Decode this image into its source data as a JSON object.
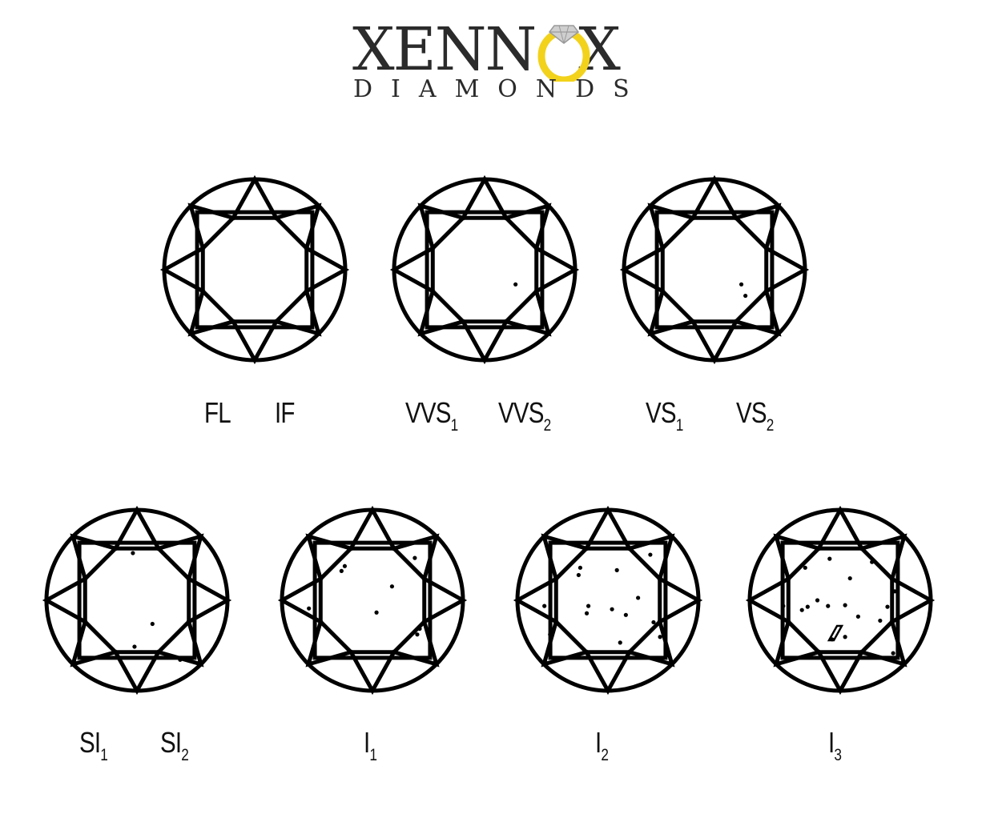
{
  "brand": {
    "name_left": "XENN",
    "name_right": "X",
    "tagline": "DIAMONDS",
    "colors": {
      "text": "#2b2b2b",
      "accent": "#f2d21b"
    },
    "icon": "diamond-ring-icon"
  },
  "grades": [
    {
      "id": "fl-if",
      "dots": [],
      "labels": [
        {
          "main": "FL",
          "sub": ""
        },
        {
          "main": "IF",
          "sub": ""
        }
      ]
    },
    {
      "id": "vvs",
      "dots": [
        [
          0.38,
          0.18
        ]
      ],
      "labels": [
        {
          "main": "VVS",
          "sub": "1"
        },
        {
          "main": "VVS",
          "sub": "2"
        }
      ]
    },
    {
      "id": "vs",
      "dots": [
        [
          0.33,
          0.18
        ],
        [
          0.38,
          0.32
        ]
      ],
      "labels": [
        {
          "main": "VS",
          "sub": "1"
        },
        {
          "main": "VS",
          "sub": "2"
        }
      ]
    },
    {
      "id": "si",
      "dots": [
        [
          -0.05,
          -0.58
        ],
        [
          0.19,
          0.29
        ],
        [
          -0.03,
          0.57
        ],
        [
          0.53,
          0.73
        ]
      ],
      "labels": [
        {
          "main": "SI",
          "sub": "1"
        },
        {
          "main": "SI",
          "sub": "2"
        }
      ]
    },
    {
      "id": "i1",
      "dots": [
        [
          -0.34,
          -0.42
        ],
        [
          -0.38,
          -0.36
        ],
        [
          0.24,
          -0.17
        ],
        [
          0.52,
          -0.52
        ],
        [
          -0.78,
          0.1
        ],
        [
          0.05,
          0.15
        ],
        [
          0.55,
          0.42
        ],
        [
          0.58,
          0.35
        ]
      ],
      "labels": [
        {
          "main": "I",
          "sub": "1"
        }
      ]
    },
    {
      "id": "i2",
      "dots": [
        [
          -0.34,
          -0.4
        ],
        [
          -0.36,
          -0.31
        ],
        [
          0.11,
          -0.37
        ],
        [
          0.52,
          -0.56
        ],
        [
          -0.24,
          0.07
        ],
        [
          -0.26,
          0.16
        ],
        [
          0.05,
          0.11
        ],
        [
          0.22,
          0.18
        ],
        [
          0.37,
          -0.03
        ],
        [
          -0.78,
          0.07
        ],
        [
          -0.71,
          0.42
        ],
        [
          0.56,
          0.27
        ],
        [
          0.64,
          0.45
        ],
        [
          0.15,
          0.52
        ],
        [
          0.72,
          0.68
        ]
      ],
      "labels": [
        {
          "main": "I",
          "sub": "2"
        }
      ]
    },
    {
      "id": "i3",
      "dots": [
        [
          -0.43,
          -0.4
        ],
        [
          -0.13,
          -0.51
        ],
        [
          0.12,
          -0.27
        ],
        [
          0.39,
          -0.47
        ],
        [
          0.67,
          -0.11
        ],
        [
          -0.7,
          0.07
        ],
        [
          -0.28,
          0.0
        ],
        [
          -0.4,
          0.08
        ],
        [
          -0.47,
          0.12
        ],
        [
          -0.15,
          0.07
        ],
        [
          0.06,
          0.06
        ],
        [
          0.22,
          0.2
        ],
        [
          0.49,
          0.25
        ],
        [
          0.58,
          0.08
        ],
        [
          0.65,
          0.65
        ],
        [
          -0.1,
          0.48
        ],
        [
          0.06,
          0.45
        ]
      ],
      "inclusion": true,
      "labels": [
        {
          "main": "I",
          "sub": "3"
        }
      ]
    }
  ]
}
